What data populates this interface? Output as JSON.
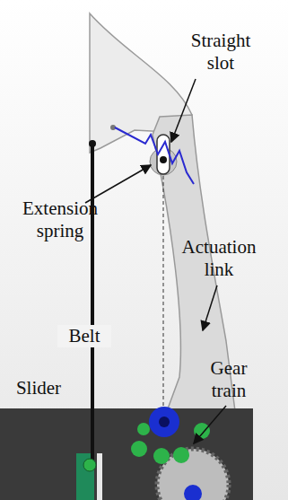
{
  "diagram": {
    "labels": [
      "Straight slot",
      "Extension spring",
      "Actuation link",
      "Belt",
      "Slider",
      "Gear train"
    ]
  }
}
